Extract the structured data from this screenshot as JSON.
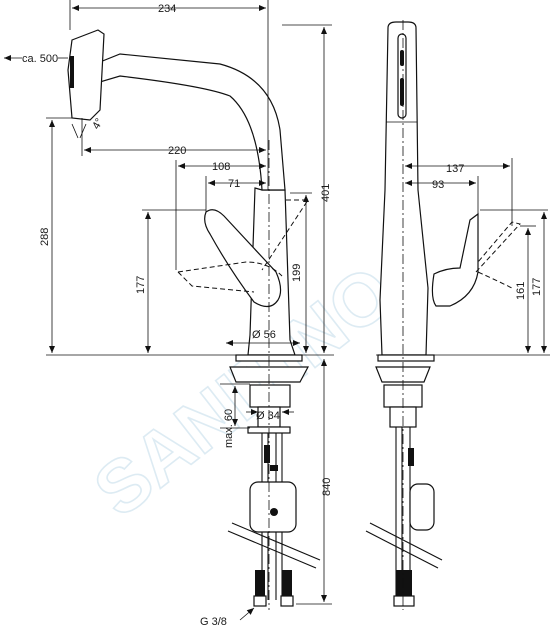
{
  "watermark": "SANITINO",
  "front_view": {
    "dim_total_reach": "234",
    "dim_pullout": "ca. 500",
    "dim_angle": "4°",
    "dim_reach_220": "220",
    "dim_reach_108": "108",
    "dim_reach_71": "71",
    "dim_height_total": "401",
    "dim_height_spout": "288",
    "dim_height_lever": "199",
    "dim_height_177": "177",
    "dim_diameter_base": "Ø 56",
    "dim_diameter_shank": "Ø 34",
    "dim_max_60": "max. 60",
    "dim_hose_840": "840",
    "dim_thread": "G 3/8"
  },
  "side_view": {
    "dim_137": "137",
    "dim_93": "93",
    "dim_161": "161",
    "dim_177": "177"
  }
}
